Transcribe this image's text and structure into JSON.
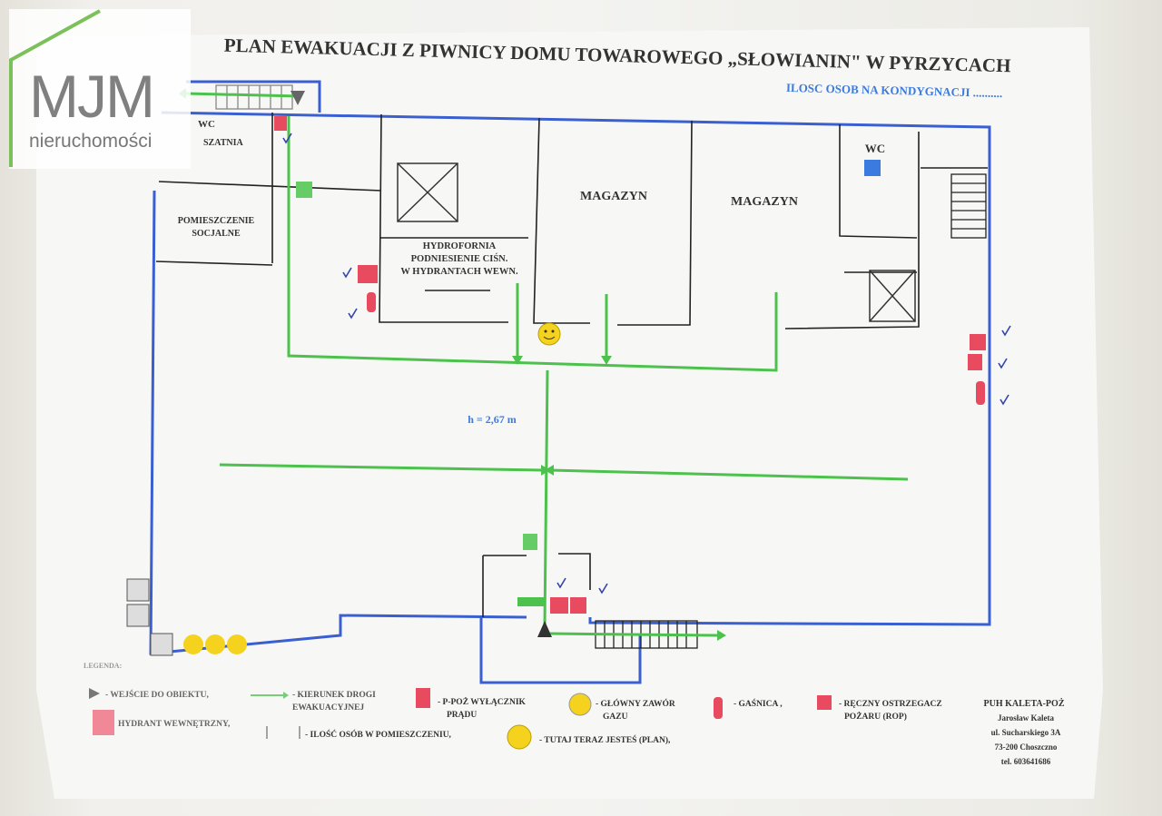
{
  "title": "PLAN EWAKUACJI Z PIWNICY DOMU TOWAROWEGO „SŁOWIANIN\" W PYRZYCACH",
  "occupancy_note": "ILOSC OSOB NA KONDYGNACJI ..........",
  "logo": {
    "brand": "MJM",
    "subtitle": "nieruchomości"
  },
  "rooms": {
    "wc_left": "WC",
    "szatnia": "SZATNIA",
    "socjalne_1": "POMIESZCZENIE",
    "socjalne_2": "SOCJALNE",
    "magazyn_1": "MAGAZYN",
    "magazyn_2": "MAGAZYN",
    "wc_right": "WC",
    "hydro_1": "HYDROFORNIA",
    "hydro_2": "PODNIESIENIE CIŚN.",
    "hydro_3": "W HYDRANTACH WEWN."
  },
  "height_label": "h = 2,67 m",
  "legend": {
    "heading": "LEGENDA:",
    "entrance": "- WEJŚCIE DO OBIEKTU,",
    "route_1": "- KIERUNEK DROGI",
    "route_2": "EWAKUACYJNEJ",
    "switch_1": "- P-POŻ  WYŁĄCZNIK",
    "switch_2": "PRĄDU",
    "gas_1": "- GŁÓWNY ZAWÓR",
    "gas_2": "GAZU",
    "extinguisher": "- GAŚNICA ,",
    "alarm_1": "- RĘCZNY OSTRZEGACZ",
    "alarm_2": "POŻARU (ROP)",
    "hydrant": "HYDRANT WEWNĘTRZNY,",
    "persons": "- ILOŚĆ OSÓB W POMIESZCZENIU,",
    "here": "- TUTAJ TERAZ JESTEŚ  (PLAN),"
  },
  "company": {
    "name": "PUH KALETA-POŻ",
    "person": "Jarosław Kaleta",
    "street": "ul. Sucharskiego 3A",
    "city": "73-200 Choszczno",
    "phone": "tel. 603641686"
  },
  "colors": {
    "wall_blue": "#3a5fd0",
    "route_green": "#4cc24c",
    "label_blue": "#3b7be0",
    "fire_red": "#e84a5f"
  }
}
